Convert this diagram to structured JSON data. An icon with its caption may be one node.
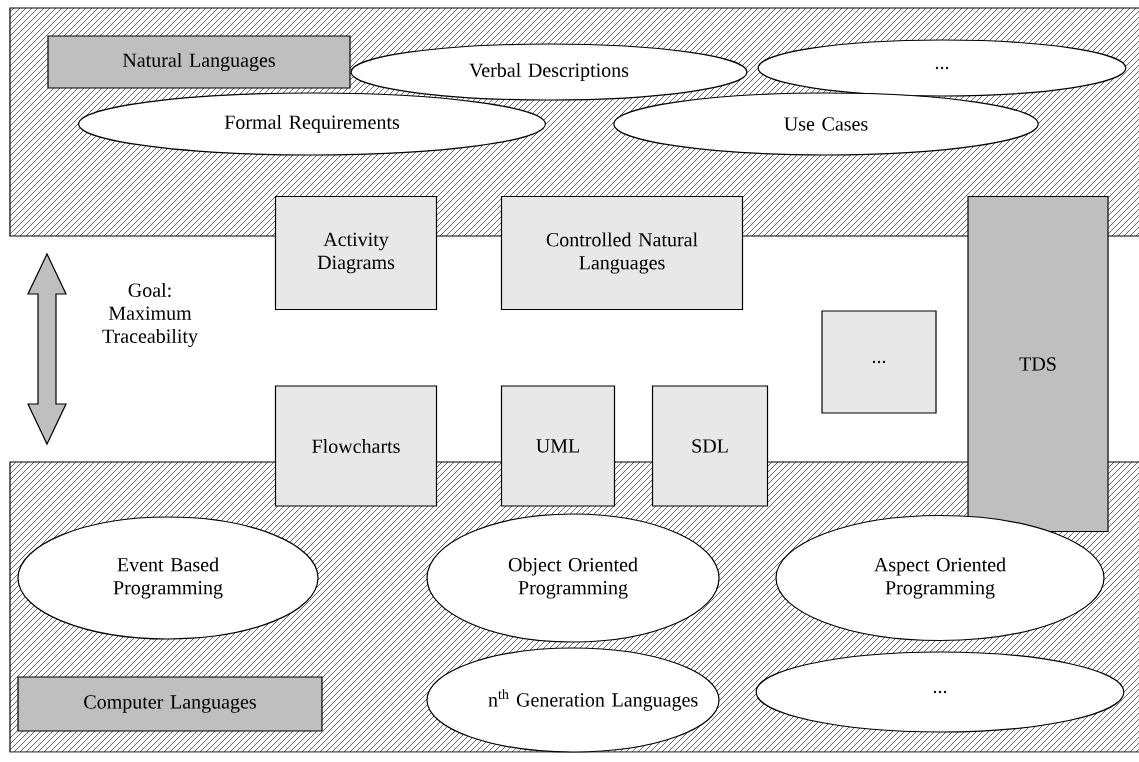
{
  "diagram": {
    "nodes": [
      {
        "text": [],
        "shape": "band"
      },
      {
        "text": [
          "Natural Languages"
        ],
        "in": 0
      },
      {
        "text": [
          "Verbal Descriptions"
        ],
        "in": 0
      },
      {
        "text": [
          "..."
        ],
        "in": 0
      },
      {
        "text": [
          "Formal Requirements"
        ],
        "in": 0
      },
      {
        "text": [
          "Use Cases"
        ],
        "in": 0
      },
      {
        "text": [
          "Activity Diagrams"
        ]
      },
      {
        "text": [
          "Controlled Natural Languages"
        ]
      },
      {
        "text": [
          "TDS"
        ]
      },
      {
        "text": [
          "..."
        ]
      },
      {
        "text": [
          "Flowcharts"
        ]
      },
      {
        "text": [
          "UML"
        ]
      },
      {
        "text": [
          "SDL"
        ]
      },
      {
        "text": [],
        "shape": "band"
      },
      {
        "text": [
          "Event Based Programming"
        ],
        "in": 13
      },
      {
        "text": [
          "Object Oriented Programming"
        ],
        "in": 13
      },
      {
        "text": [
          "Aspect Oriented Programming"
        ],
        "in": 13
      },
      {
        "text": [
          "Computer Languages"
        ],
        "in": 13
      },
      {
        "text": [
          "\\mathrm{n^{th}\\ Generation\\ Languages}"
        ],
        "in": 13
      },
      {
        "text": [
          "..."
        ],
        "in": 13
      }
    ],
    "labels": [
      "Goal: Maximum Traceability"
    ]
  }
}
